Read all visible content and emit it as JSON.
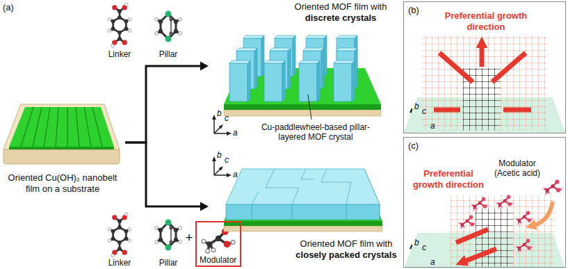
{
  "diagram": {
    "nodes": [
      {
        "text": [
          "Oriented Cu(OH)₂ nanobelt film on a substrate"
        ]
      },
      {
        "text": [
          "Oriented MOF film with",
          "discrete crystals"
        ]
      },
      {
        "text": [
          "Oriented MOF film with",
          "closely packed crystals"
        ]
      },
      {
        "text": [
          "Modulator"
        ]
      },
      {
        "text": [
          "(b)",
          "Preferential growth direction"
        ]
      },
      {
        "text": [
          "(c)",
          "Preferential growth direction",
          "Modulator (Acetic acid)"
        ]
      }
    ],
    "edges": [
      {
        "from": 0,
        "to": 1,
        "arrow": "to"
      },
      {
        "from": 0,
        "to": 2,
        "arrow": "to"
      }
    ],
    "labels": [
      "(a)",
      "Linker",
      "Pillar",
      "b",
      "c",
      "a",
      "Cu-paddlewheel-based pillar-layered MOF crystal",
      "Linker",
      "Pillar",
      "+",
      "b",
      "c",
      "a",
      "b",
      "c",
      "a",
      "b",
      "c",
      "a"
    ]
  }
}
